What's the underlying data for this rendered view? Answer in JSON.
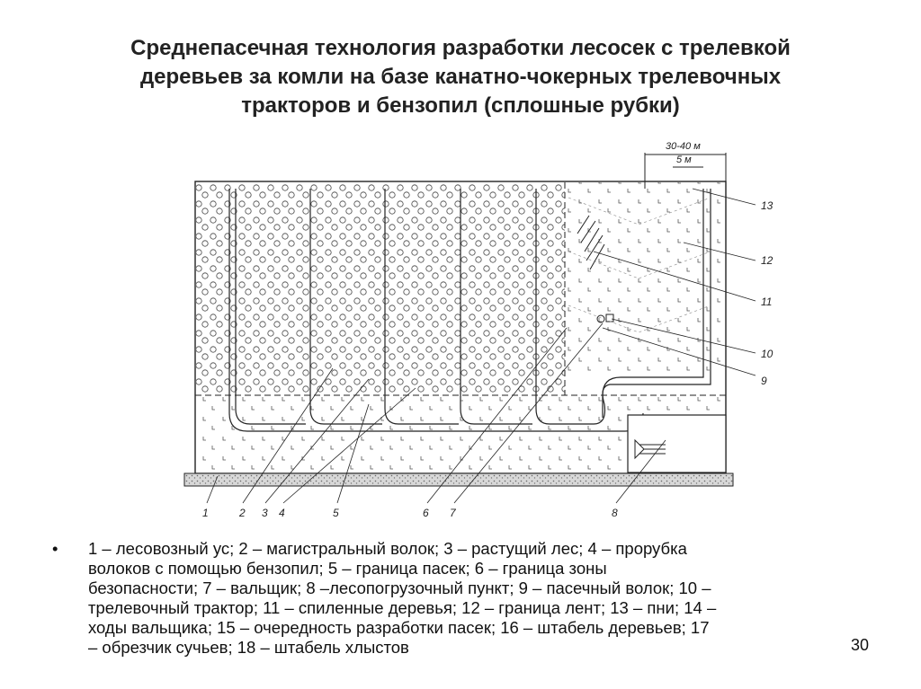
{
  "title": {
    "line1": "Среднепасечная технология разработки лесосек с трелевкой",
    "line2": "деревьев за комли на базе канатно-чокерных трелевочных",
    "line3": "тракторов и бензопил (сплошные рубки)"
  },
  "diagram": {
    "dim_outer": "30-40 м",
    "dim_inner": "5 м",
    "callouts_right": [
      "13",
      "12",
      "11",
      "10",
      "9"
    ],
    "callouts_bottom": [
      "1",
      "2",
      "3",
      "4",
      "5",
      "6",
      "7",
      "8"
    ]
  },
  "legend": {
    "bullet": "•",
    "line1": "1 – лесовозный ус; 2 – магистральный волок; 3 – растущий лес; 4 – прорубка",
    "line2": "волоков с помощью бензопил; 5 – граница пасек; 6 – граница зоны",
    "line3": "безопасности; 7 – вальщик; 8 –лесопогрузочный пункт; 9 – пасечный волок; 10 –",
    "line4": "трелевочный трактор; 11 – спиленные деревья; 12 – граница лент; 13 – пни; 14 –",
    "line5": "ходы вальщика; 15 – очередность разработки пасек; 16 – штабель деревьев; 17",
    "line6": "– обрезчик сучьев; 18 – штабель хлыстов"
  },
  "page_number": "30"
}
